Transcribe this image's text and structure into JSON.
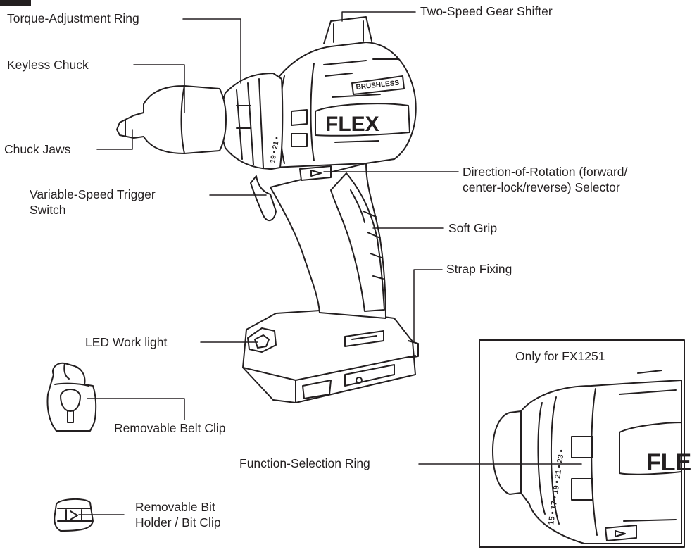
{
  "labels": {
    "torque_ring": "Torque-Adjustment Ring",
    "gear_shifter": "Two-Speed Gear Shifter",
    "keyless_chuck": "Keyless Chuck",
    "chuck_jaws": "Chuck Jaws",
    "direction_selector_1": "Direction-of-Rotation (forward/",
    "direction_selector_2": "center-lock/reverse) Selector",
    "trigger_1": "Variable-Speed Trigger",
    "trigger_2": "Switch",
    "soft_grip": "Soft Grip",
    "strap_fixing": "Strap Fixing",
    "led_light": "LED Work light",
    "belt_clip": "Removable Belt Clip",
    "function_ring": "Function-Selection Ring",
    "bit_holder_1": "Removable Bit",
    "bit_holder_2": "Holder / Bit Clip"
  },
  "inset": {
    "title": "Only for FX1251"
  },
  "drill_markings": {
    "brand": "FLEX",
    "motor": "BRUSHLESS",
    "torque_marks": "19 • 21 •",
    "function_marks": "15 • 17 • 19 • 21 • 23 •",
    "inset_brand": "FLE"
  },
  "colors": {
    "line": "#231f20",
    "fill": "#ffffff"
  }
}
